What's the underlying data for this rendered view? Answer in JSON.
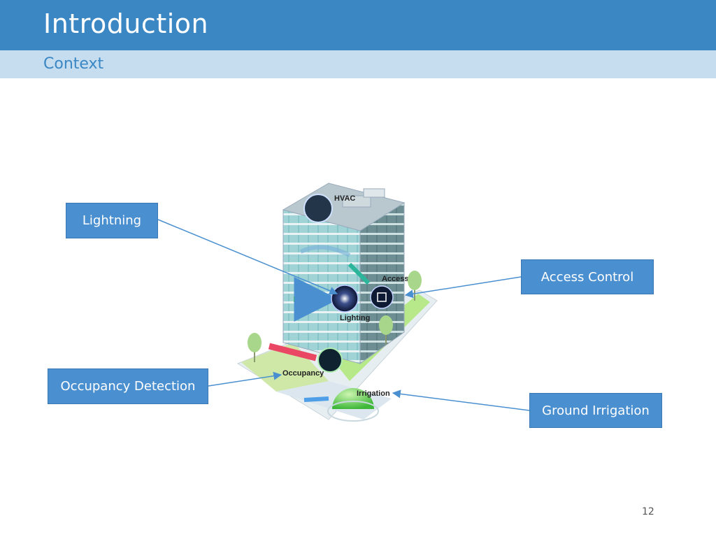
{
  "header": {
    "title": "Introduction",
    "subtitle": "Context"
  },
  "callouts": {
    "lightning": "Lightning",
    "access_control": "Access Control",
    "occupancy_detection": "Occupancy Detection",
    "ground_irrigation": "Ground Irrigation"
  },
  "building_labels": {
    "hvac": "HVAC",
    "access": "Access",
    "lighting": "Lighting",
    "occupancy": "Occupancy",
    "irrigation": "Irrigation"
  },
  "page_number": "12",
  "colors": {
    "title_bar": "#3a87c4",
    "subtitle_bar": "#c6ddf0",
    "callout": "#4a8fd0",
    "connector": "#4a90d0"
  }
}
